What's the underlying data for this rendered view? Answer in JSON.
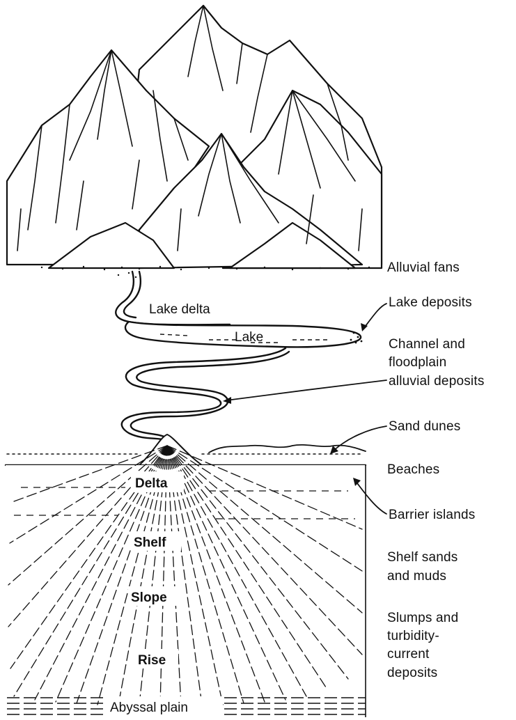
{
  "colors": {
    "ink": "#111111",
    "paper": "#ffffff"
  },
  "icons": {
    "mountains": "mountain-range-drawing",
    "river": "meandering-river-drawing",
    "sea": "sea-floor-hatching"
  },
  "labels": {
    "inline": {
      "lake_delta": "Lake delta",
      "lake": "Lake"
    },
    "boxed": {
      "delta": "Delta",
      "shelf": "Shelf",
      "slope": "Slope",
      "rise": "Rise",
      "abyssal_plain": "Abyssal plain"
    },
    "side": {
      "alluvial_fans": "Alluvial fans",
      "lake_deposits": "Lake deposits",
      "channel_line1": "Channel and",
      "channel_line2": "floodplain",
      "channel_line3": "alluvial deposits",
      "sand_dunes": "Sand dunes",
      "beaches": "Beaches",
      "barrier_islands": "Barrier islands",
      "shelf_line1": "Shelf sands",
      "shelf_line2": "and muds",
      "slumps_line1": "Slumps and",
      "slumps_line2": "turbidity-",
      "slumps_line3": "current",
      "slumps_line4": "deposits"
    }
  }
}
